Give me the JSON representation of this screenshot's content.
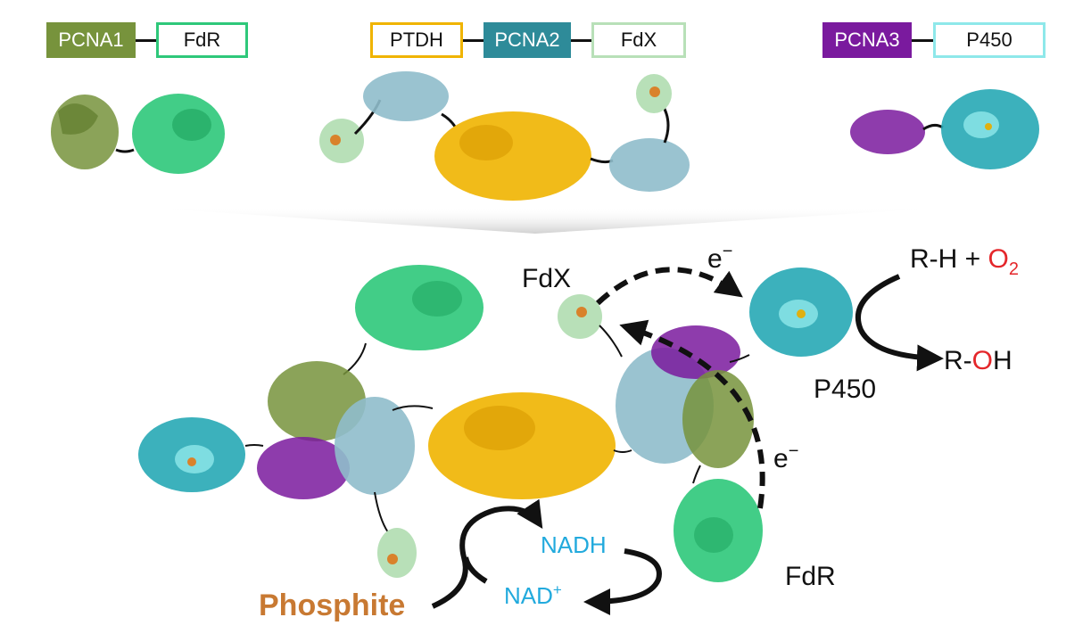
{
  "constructs": [
    {
      "parts": [
        {
          "label": "PCNA1",
          "style": "fill",
          "color": "#77933c"
        },
        {
          "label": "FdR",
          "style": "outline",
          "color": "#2ec87a"
        }
      ]
    },
    {
      "parts": [
        {
          "label": "PTDH",
          "style": "outline",
          "color": "#f0b400"
        },
        {
          "label": "PCNA2",
          "style": "fill",
          "color": "#2e8b99"
        },
        {
          "label": "FdX",
          "style": "outline",
          "color": "#b8e0b8"
        }
      ]
    },
    {
      "parts": [
        {
          "label": "PCNA3",
          "style": "fill",
          "color": "#7a1a9e"
        },
        {
          "label": "P450",
          "style": "outline",
          "color": "#8ee8ea"
        }
      ]
    }
  ],
  "labels": {
    "fdx": "FdX",
    "p450": "P450",
    "fdr": "FdR",
    "electron": "e",
    "electron_sup": "−",
    "substrate_prefix": "R-H + ",
    "oxygen": "O",
    "oxygen_sub": "2",
    "product_prefix": "R-",
    "product_o": "O",
    "product_suffix": "H",
    "nadh": "NADH",
    "nad": "NAD",
    "nad_sup": "+",
    "phosphite": "Phosphite"
  },
  "colors": {
    "oxygen_red": "#e4262a",
    "nad_blue": "#22aadd",
    "phosphite_orange": "#c87932",
    "pcna1_green": "#77933c",
    "fdr_green": "#2ec87a",
    "ptdh_orange": "#f0b400",
    "pcna2_teal": "#2e8b99",
    "fdx_pale": "#b8e0b8",
    "pcna3_purple": "#7a1a9e",
    "p450_teal": "#27a9b5"
  }
}
